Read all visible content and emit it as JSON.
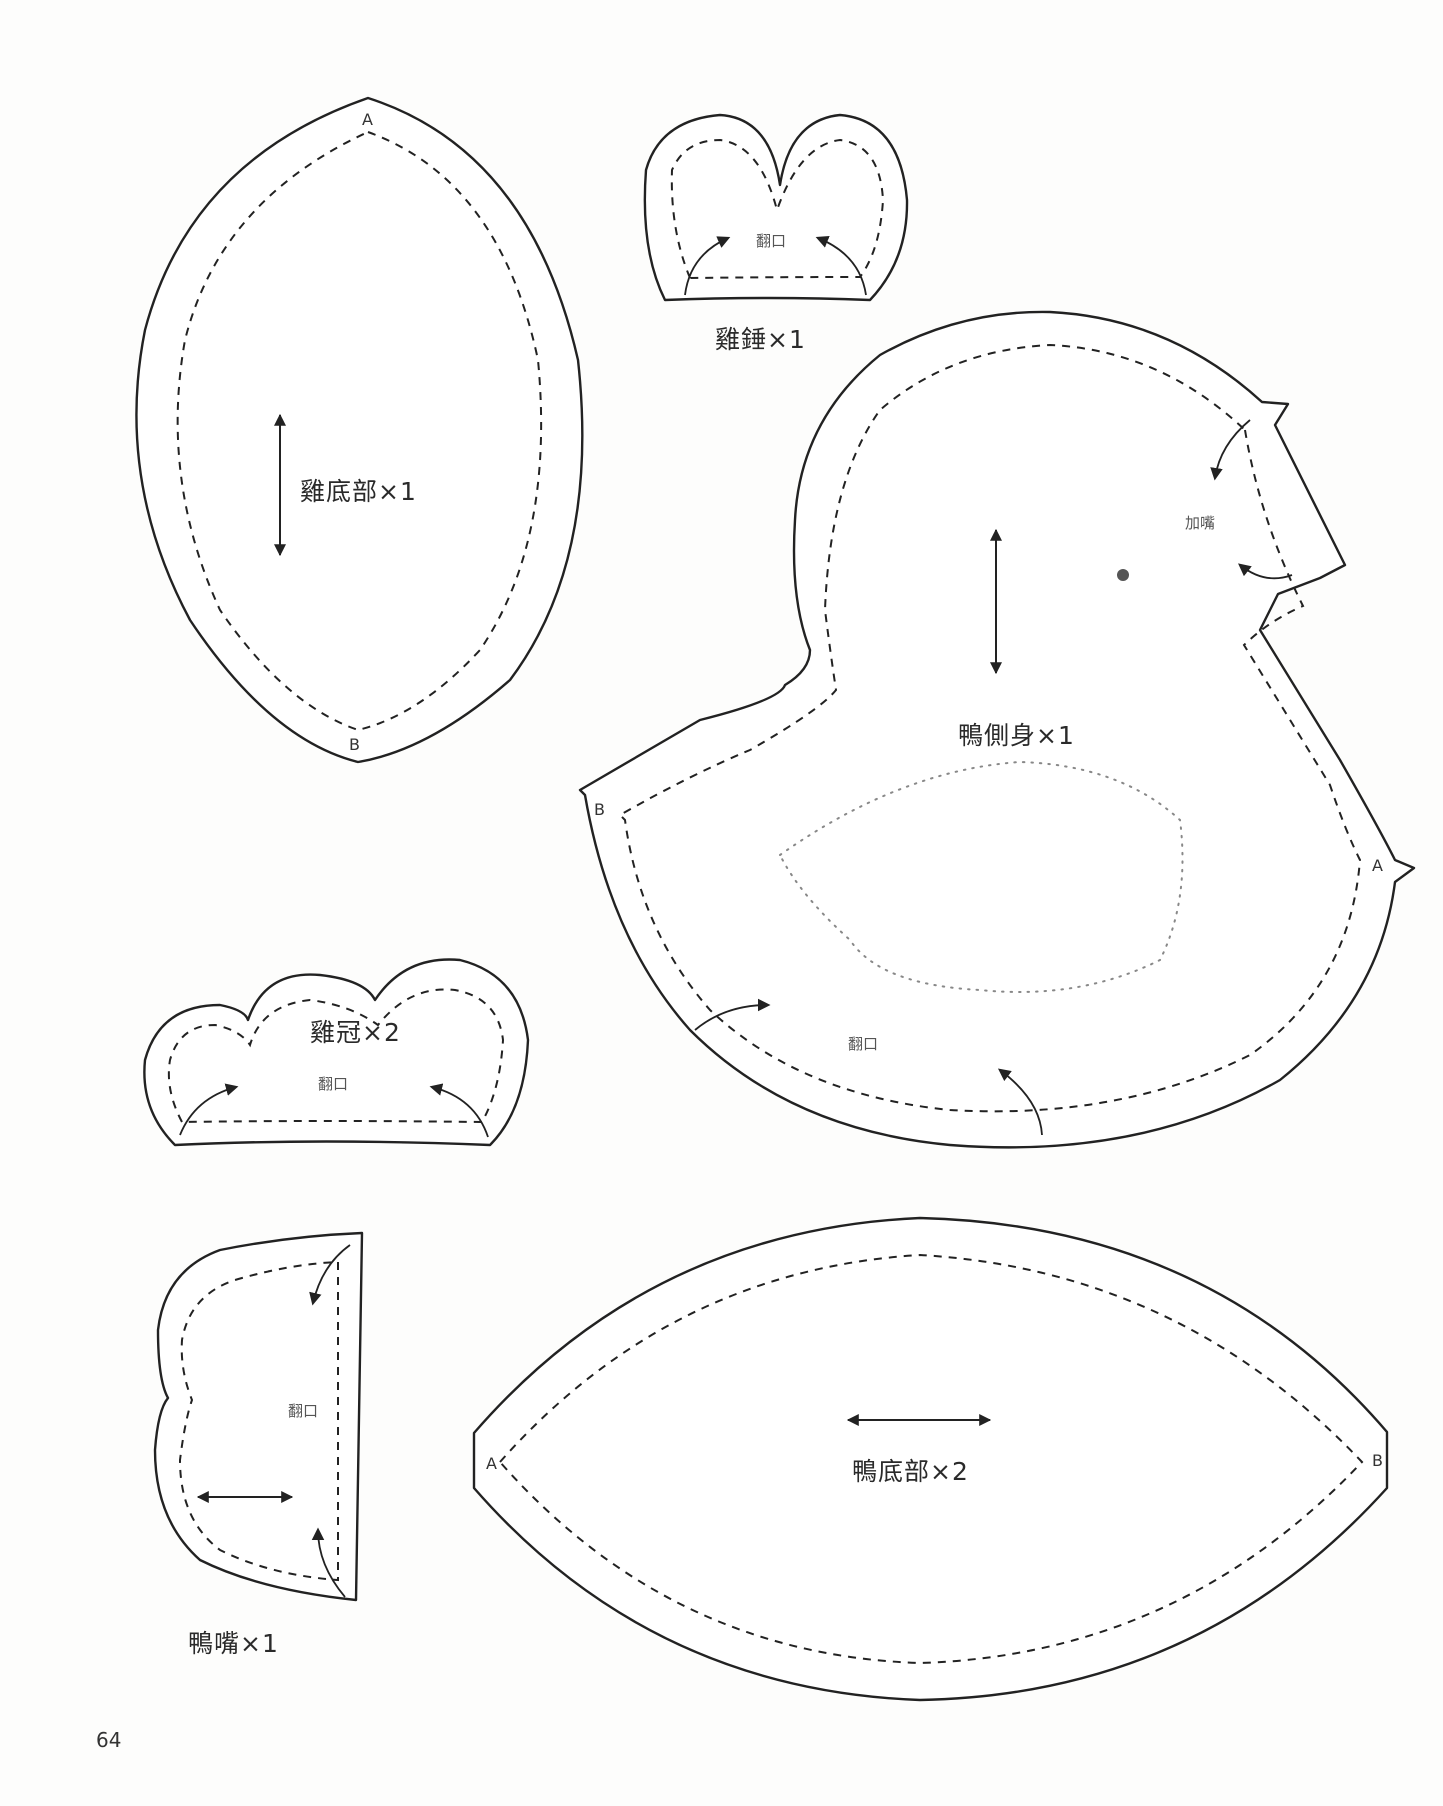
{
  "page": {
    "number": "64",
    "background": "#fdfdfc"
  },
  "pieces": {
    "chicken_bottom": {
      "label": "雞底部×1",
      "mark_top": "A",
      "mark_bottom": "B"
    },
    "drumstick": {
      "label": "雞錘×1",
      "opening": "翻口"
    },
    "duck_side_body": {
      "label": "鴨側身×1",
      "beak_note": "加嘴",
      "opening": "翻口",
      "mark_back": "B",
      "mark_front": "A"
    },
    "chicken_comb": {
      "label": "雞冠×2",
      "opening": "翻口"
    },
    "duck_beak": {
      "label": "鴨嘴×1",
      "opening": "翻口"
    },
    "duck_bottom": {
      "label": "鴨底部×2",
      "mark_left": "A",
      "mark_right": "B"
    }
  },
  "icons": {
    "grain_arrow": "double-headed-arrow",
    "turn_arrow": "curved-arrow",
    "eye": "filled-dot"
  }
}
